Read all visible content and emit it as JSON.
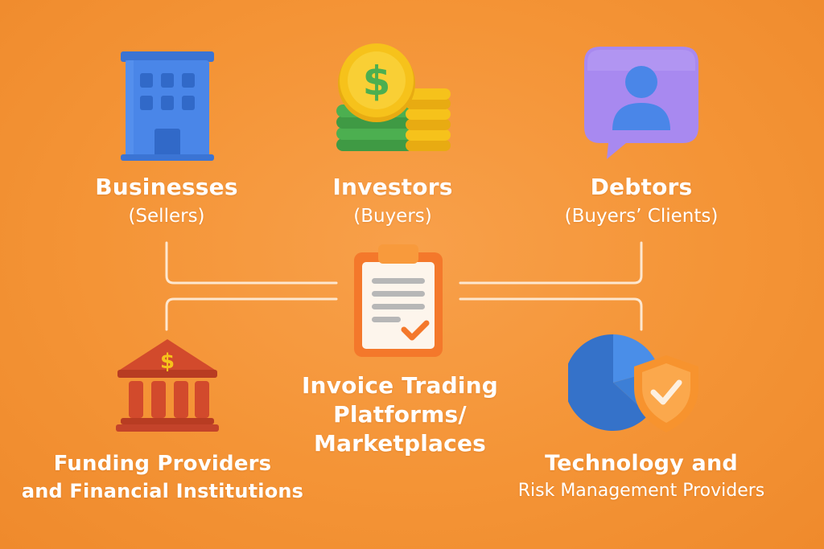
{
  "colors": {
    "background": "#f49436",
    "connector": "#fde7cf",
    "building": "#4a86e8",
    "coin_gold": "#f6c21b",
    "coin_green": "#4caf50",
    "chat_bubble": "#a889f0",
    "clipboard_frame": "#f4782b",
    "bank": "#d24a2c",
    "pie": "#3d7fd6",
    "shield": "#f7932e"
  },
  "nodes": {
    "businesses": {
      "title": "Businesses",
      "subtitle": "(Sellers)",
      "icon": "office-building-icon"
    },
    "investors": {
      "title": "Investors",
      "subtitle": "(Buyers)",
      "icon": "dollar-coins-icon"
    },
    "debtors": {
      "title": "Debtors",
      "subtitle": "(Buyers’ Clients)",
      "icon": "user-chat-bubble-icon"
    },
    "platform": {
      "line1": "Invoice Trading",
      "line2": "Platforms/",
      "line3": "Marketplaces",
      "icon": "invoice-clipboard-icon"
    },
    "funding": {
      "line1": "Funding Providers",
      "line2": "and Financial Institutions",
      "icon": "bank-building-icon"
    },
    "technology": {
      "line1": "Technology and",
      "line2": "Risk Management Providers",
      "icon": "pie-chart-shield-icon"
    }
  }
}
